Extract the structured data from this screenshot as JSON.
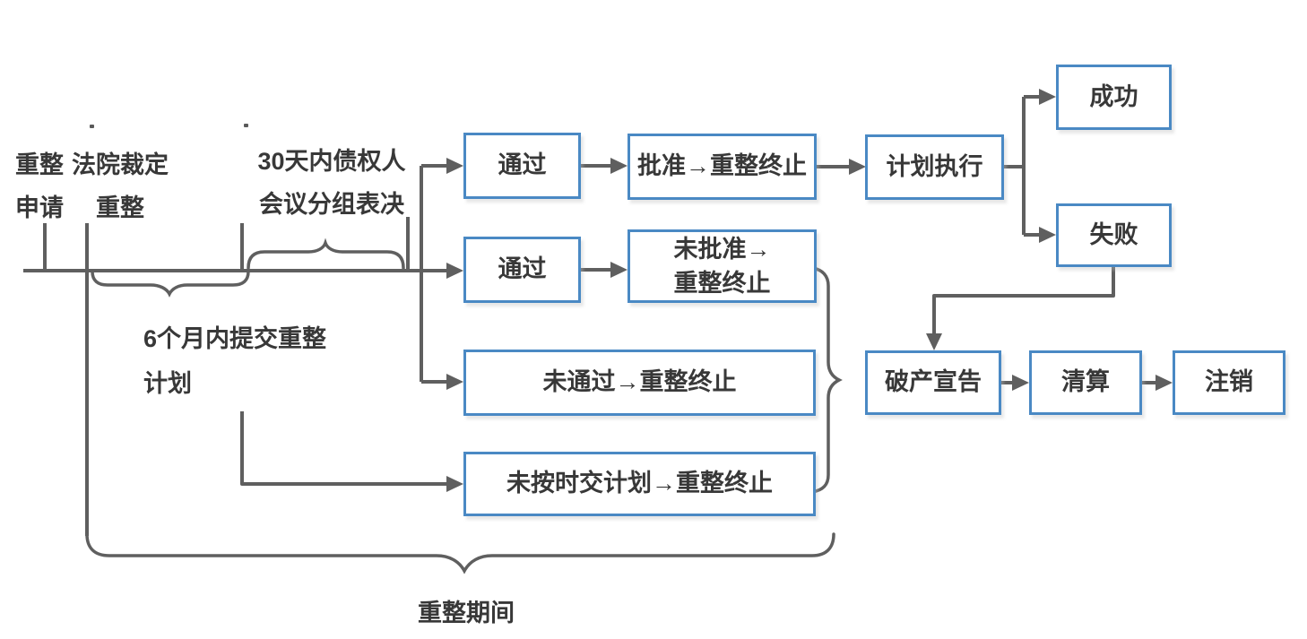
{
  "colors": {
    "box_border": "#4a89c4",
    "connector_line": "#5f5f5f",
    "text": "#383838",
    "background": "#ffffff"
  },
  "timeline_labels": {
    "apply": {
      "line1": "重整",
      "line2": "申请"
    },
    "court_ruling": {
      "line1": "法院裁定",
      "line2": "重整"
    },
    "creditors_vote": {
      "line1": "30天内债权人",
      "line2": "会议分组表决"
    },
    "submit_plan": {
      "line1": "6个月内提交重整",
      "line2": "计划"
    },
    "period": "重整期间"
  },
  "boxes": {
    "pass1": "通过",
    "approved": "批准→重整终止",
    "plan_execution": "计划执行",
    "success": "成功",
    "failure": "失败",
    "pass2": "通过",
    "not_approved": {
      "line1": "未批准→",
      "line2": "重整终止"
    },
    "not_passed": "未通过→重整终止",
    "late_plan": "未按时交计划→重整终止",
    "bankruptcy": "破产宣告",
    "liquidation": "清算",
    "deregistration": "注销"
  }
}
